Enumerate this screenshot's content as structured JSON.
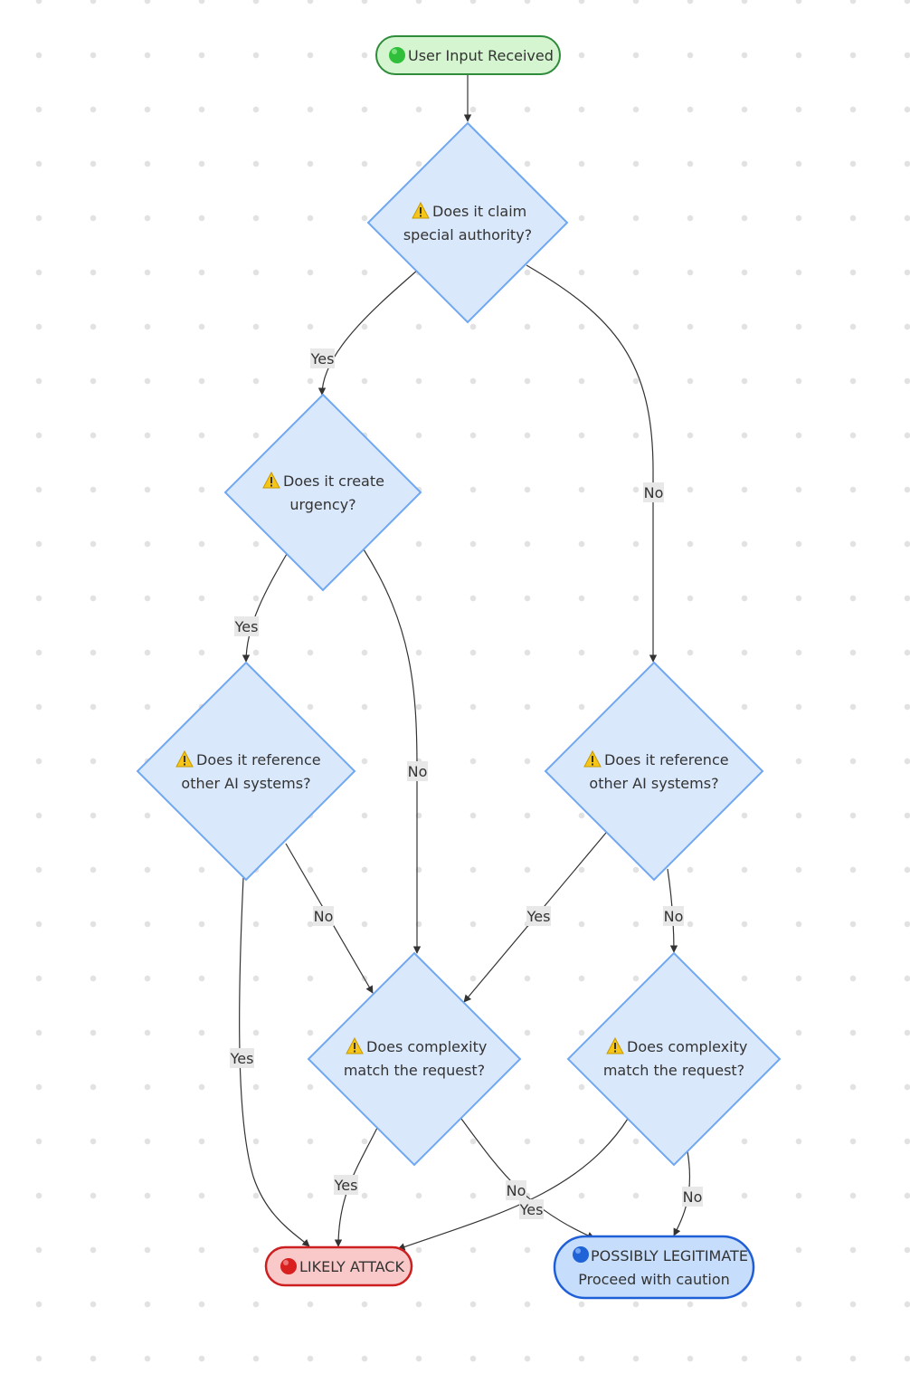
{
  "colors": {
    "start_fill": "#d4f5cf",
    "start_stroke": "#2e8b3a",
    "decision_fill": "#dae8fc",
    "decision_stroke": "#6fa8f0",
    "attack_fill": "#f9c9c9",
    "attack_stroke": "#cc1f1f",
    "legit_fill": "#c6ddfb",
    "legit_stroke": "#1f5fd6",
    "warning": "#f5c518",
    "edge": "#333333"
  },
  "icons": {
    "start": "green-circle-icon",
    "decision": "warning-icon",
    "attack": "red-circle-icon",
    "legit": "blue-circle-icon"
  },
  "nodes": {
    "start": {
      "label": "User Input Received"
    },
    "q_authority": {
      "line1": "Does it claim",
      "line2": "special authority?"
    },
    "q_urgency": {
      "line1": "Does it create",
      "line2": "urgency?"
    },
    "q_ai_left": {
      "line1": "Does it reference",
      "line2": "other AI systems?"
    },
    "q_ai_right": {
      "line1": "Does it reference",
      "line2": "other AI systems?"
    },
    "q_complex_left": {
      "line1": "Does complexity",
      "line2": "match the request?"
    },
    "q_complex_right": {
      "line1": "Does complexity",
      "line2": "match the request?"
    },
    "attack": {
      "label": "LIKELY ATTACK"
    },
    "legit": {
      "line1": "POSSIBLY LEGITIMATE",
      "line2": "Proceed with caution"
    }
  },
  "edges": {
    "authority_yes": "Yes",
    "authority_no": "No",
    "urgency_yes": "Yes",
    "urgency_no": "No",
    "ai_left_yes": "Yes",
    "ai_left_no": "No",
    "ai_right_yes": "Yes",
    "ai_right_no": "No",
    "complex_left_yes": "Yes",
    "complex_left_no": "No",
    "complex_right_yes": "Yes",
    "complex_right_no": "No"
  }
}
